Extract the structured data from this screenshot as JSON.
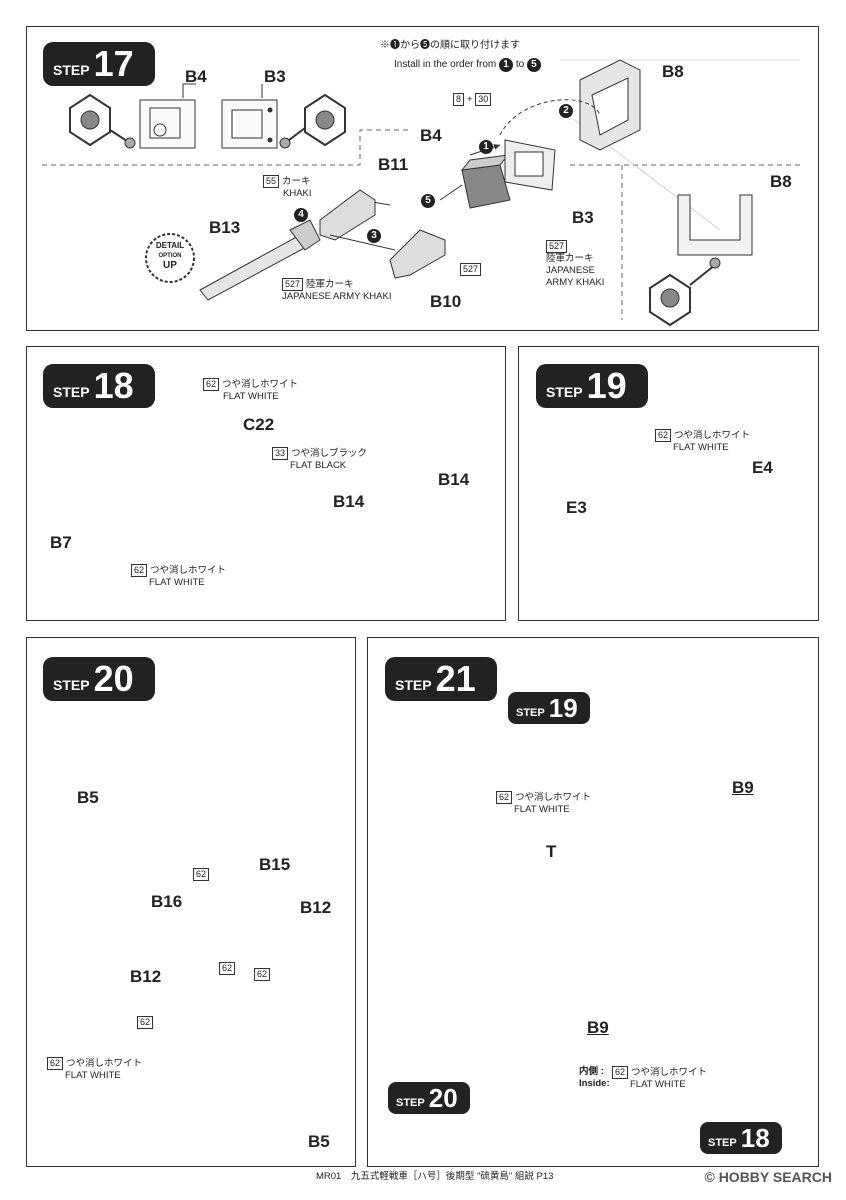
{
  "steps": {
    "s17": {
      "word": "STEP",
      "num": "17"
    },
    "s18": {
      "word": "STEP",
      "num": "18"
    },
    "s19": {
      "word": "STEP",
      "num": "19"
    },
    "s20": {
      "word": "STEP",
      "num": "20"
    },
    "s21": {
      "word": "STEP",
      "num": "21"
    },
    "ref19": {
      "word": "STEP",
      "num": "19"
    },
    "ref20": {
      "word": "STEP",
      "num": "20"
    },
    "ref18": {
      "word": "STEP",
      "num": "18"
    }
  },
  "step17": {
    "order_jp": "※❶から❺の順に取り付けます",
    "order_en_pre": "Install in the order from",
    "order_en_mid": "to",
    "n1": "1",
    "n2": "2",
    "n3": "3",
    "n4": "4",
    "n5": "5",
    "labels": {
      "b4_top": "B4",
      "b3_top": "B3",
      "b8_top": "B8",
      "b4_mid": "B4",
      "b3_mid": "B3",
      "b8_right": "B8",
      "b11": "B11",
      "b13": "B13",
      "b10": "B10"
    },
    "pair_a": "8",
    "pair_plus": "+",
    "pair_b": "30",
    "khaki_code": "55",
    "khaki_jp": "カーキ",
    "khaki_en": "KHAKI",
    "army_code": "527",
    "army_jp": "陸軍カーキ",
    "army_en": "JAPANESE ARMY KHAKI",
    "army2_code": "527",
    "army2_jp": "陸軍カーキ",
    "army2_en1": "JAPANESE",
    "army2_en2": "ARMY KHAKI",
    "b10_code": "527",
    "detail_1": "DETAIL",
    "detail_2": "OPTION",
    "detail_3": "UP"
  },
  "step18": {
    "labels": {
      "c22": "C22",
      "b14a": "B14",
      "b14b": "B14",
      "b7": "B7"
    },
    "fw1_code": "62",
    "fw1_jp": "つや消しホワイト",
    "fw1_en": "FLAT WHITE",
    "fb_code": "33",
    "fb_jp": "つや消しブラック",
    "fb_en": "FLAT BLACK",
    "fw2_code": "62",
    "fw2_jp": "つや消しホワイト",
    "fw2_en": "FLAT WHITE"
  },
  "step19": {
    "labels": {
      "e3": "E3",
      "e4": "E4"
    },
    "fw_code": "62",
    "fw_jp": "つや消しホワイト",
    "fw_en": "FLAT WHITE"
  },
  "step20": {
    "labels": {
      "b5a": "B5",
      "b15": "B15",
      "b16": "B16",
      "b12a": "B12",
      "b12b": "B12",
      "b5b": "B5"
    },
    "c1": "62",
    "c2": "62",
    "c3": "62",
    "c4": "62",
    "fw_code": "62",
    "fw_jp": "つや消しホワイト",
    "fw_en": "FLAT WHITE"
  },
  "step21": {
    "labels": {
      "t": "T",
      "b9a": "B9",
      "b9b": "B9"
    },
    "fw_code": "62",
    "fw_jp": "つや消しホワイト",
    "fw_en": "FLAT WHITE",
    "inside_jp": "内側 :",
    "inside_en": "Inside:",
    "in_code": "62",
    "in_jp": "つや消しホワイト",
    "in_en": "FLAT WHITE"
  },
  "footer": {
    "text": "MR01　九五式軽戦車［ハ号］後期型 \"硫黄島\" 組説 P13",
    "watermark": "HOBBY SEARCH",
    "copyright": "©"
  }
}
